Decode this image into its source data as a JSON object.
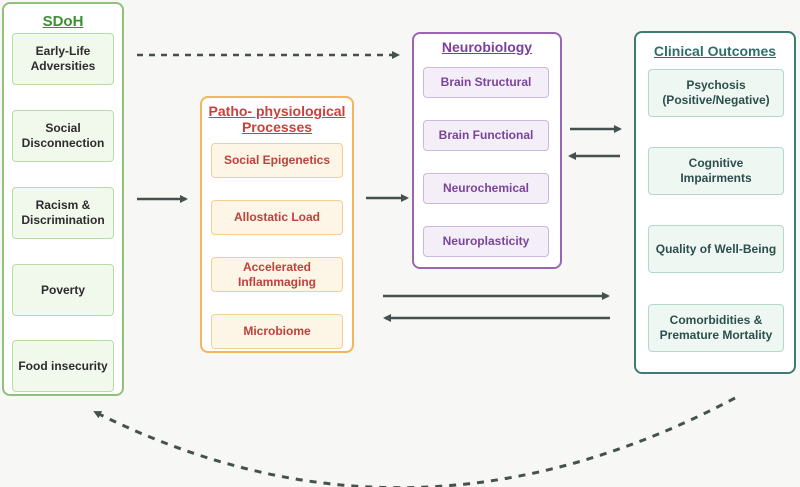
{
  "sdoh": {
    "title": "SDoH",
    "items": [
      "Early-Life\nAdversities",
      "Social\nDisconnection",
      "Racism &\nDiscrimination",
      "Poverty",
      "Food insecurity"
    ]
  },
  "patho": {
    "title": "Patho- physiological\nProcesses",
    "items": [
      "Social Epigenetics",
      "Allostatic Load",
      "Accelerated\nInflammaging",
      "Microbiome"
    ]
  },
  "neuro": {
    "title": "Neurobiology",
    "items": [
      "Brain Structural",
      "Brain Functional",
      "Neurochemical",
      "Neuroplasticity"
    ]
  },
  "clinical": {
    "title": "Clinical Outcomes",
    "items": [
      "Psychosis\n(Positive/Negative)",
      "Cognitive\nImpairments",
      "Quality of Well-Being",
      "Comorbidities &\nPremature Mortality"
    ]
  },
  "colors": {
    "arrow": "#44524f",
    "sdoh": "#8fc178",
    "patho": "#f0b75a",
    "neuro": "#9a66b4",
    "clinical": "#3f7a75"
  }
}
